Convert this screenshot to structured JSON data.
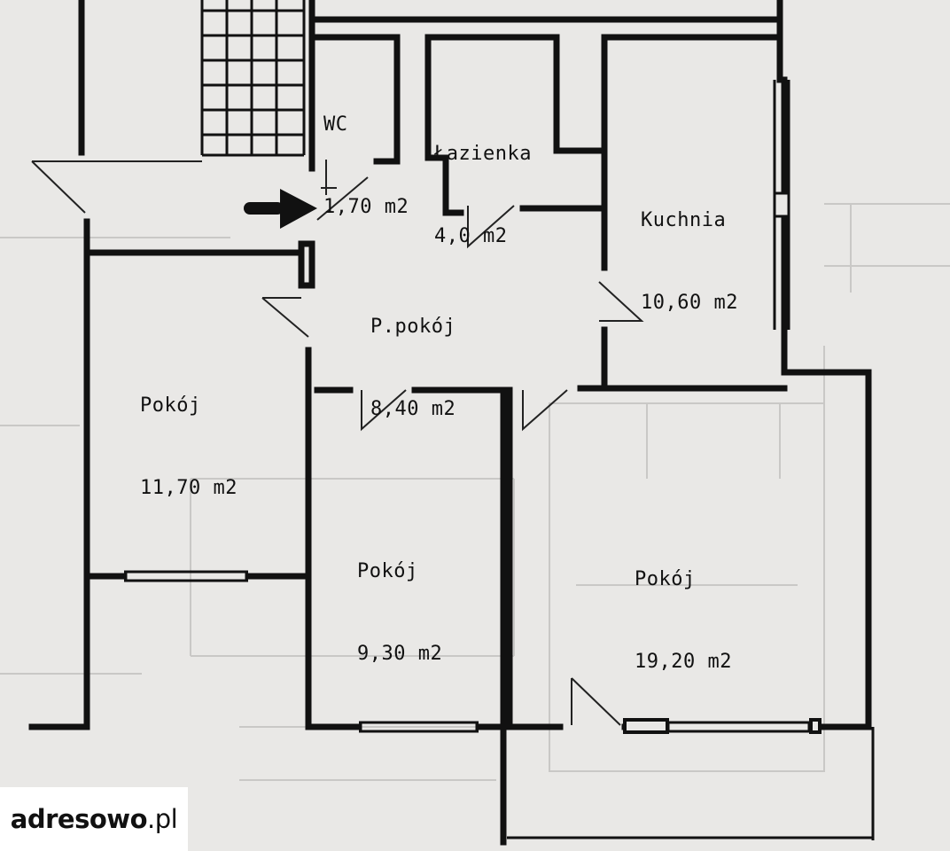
{
  "rooms": {
    "wc": {
      "name": "WC",
      "area": "1,70 m2"
    },
    "lazienka": {
      "name": "Łazienka",
      "area": "4,0 m2"
    },
    "kuchnia": {
      "name": "Kuchnia",
      "area": "10,60 m2"
    },
    "przedpokoj": {
      "name": "P.pokój",
      "area": "8,40 m2"
    },
    "pokoj_left": {
      "name": "Pokój",
      "area": "11,70 m2"
    },
    "pokoj_middle": {
      "name": "Pokój",
      "area": "9,30 m2"
    },
    "pokoj_right": {
      "name": "Pokój",
      "area": "19,20 m2"
    }
  },
  "watermark": {
    "brand": "adresowo",
    "tld": ".pl"
  },
  "colors": {
    "paper": "#e9e8e6",
    "ink": "#111111",
    "faint_print": "#c9c8c6"
  }
}
